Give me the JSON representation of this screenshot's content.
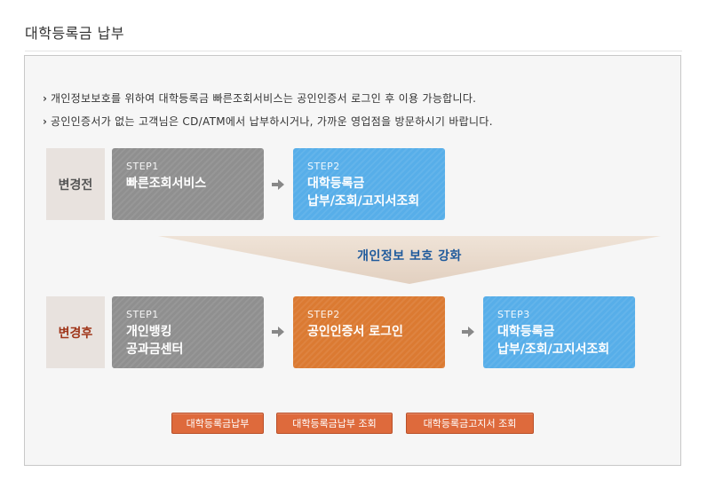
{
  "page": {
    "title": "대학등록금 납부"
  },
  "notices": [
    "개인정보보호를 위하여 대학등록금 빠른조회서비스는 공인인증서 로그인 후 이용 가능합니다.",
    "공인인증서가 없는 고객님은 CD/ATM에서 납부하시거나, 가까운 영업점을 방문하시기 바랍니다."
  ],
  "before": {
    "label": "변경전",
    "steps": [
      {
        "num": "STEP1",
        "line1": "빠른조회서비스",
        "line2": ""
      },
      {
        "num": "STEP2",
        "line1": "대학등록금",
        "line2": "납부/조회/고지서조회"
      }
    ]
  },
  "banner": {
    "text": "개인정보 보호 강화"
  },
  "after": {
    "label": "변경후",
    "steps": [
      {
        "num": "STEP1",
        "line1": "개인뱅킹",
        "line2": "공과금센터"
      },
      {
        "num": "STEP2",
        "line1": "공인인증서 로그인",
        "line2": ""
      },
      {
        "num": "STEP3",
        "line1": "대학등록금",
        "line2": "납부/조회/고지서조회"
      }
    ]
  },
  "buttons": {
    "pay": "대학등록금납부",
    "pay_inquiry": "대학등록금납부 조회",
    "notice_inquiry": "대학등록금고지서 조회"
  },
  "colors": {
    "step_gray": "#8f8f8f",
    "step_blue": "#57aee9",
    "step_orange": "#db7a32",
    "button": "#de6a3c",
    "banner_text": "#1f5a9c",
    "after_label": "#a0361a"
  },
  "icons": {
    "bullet": "chevron-right-icon",
    "arrow": "arrow-right-icon"
  }
}
